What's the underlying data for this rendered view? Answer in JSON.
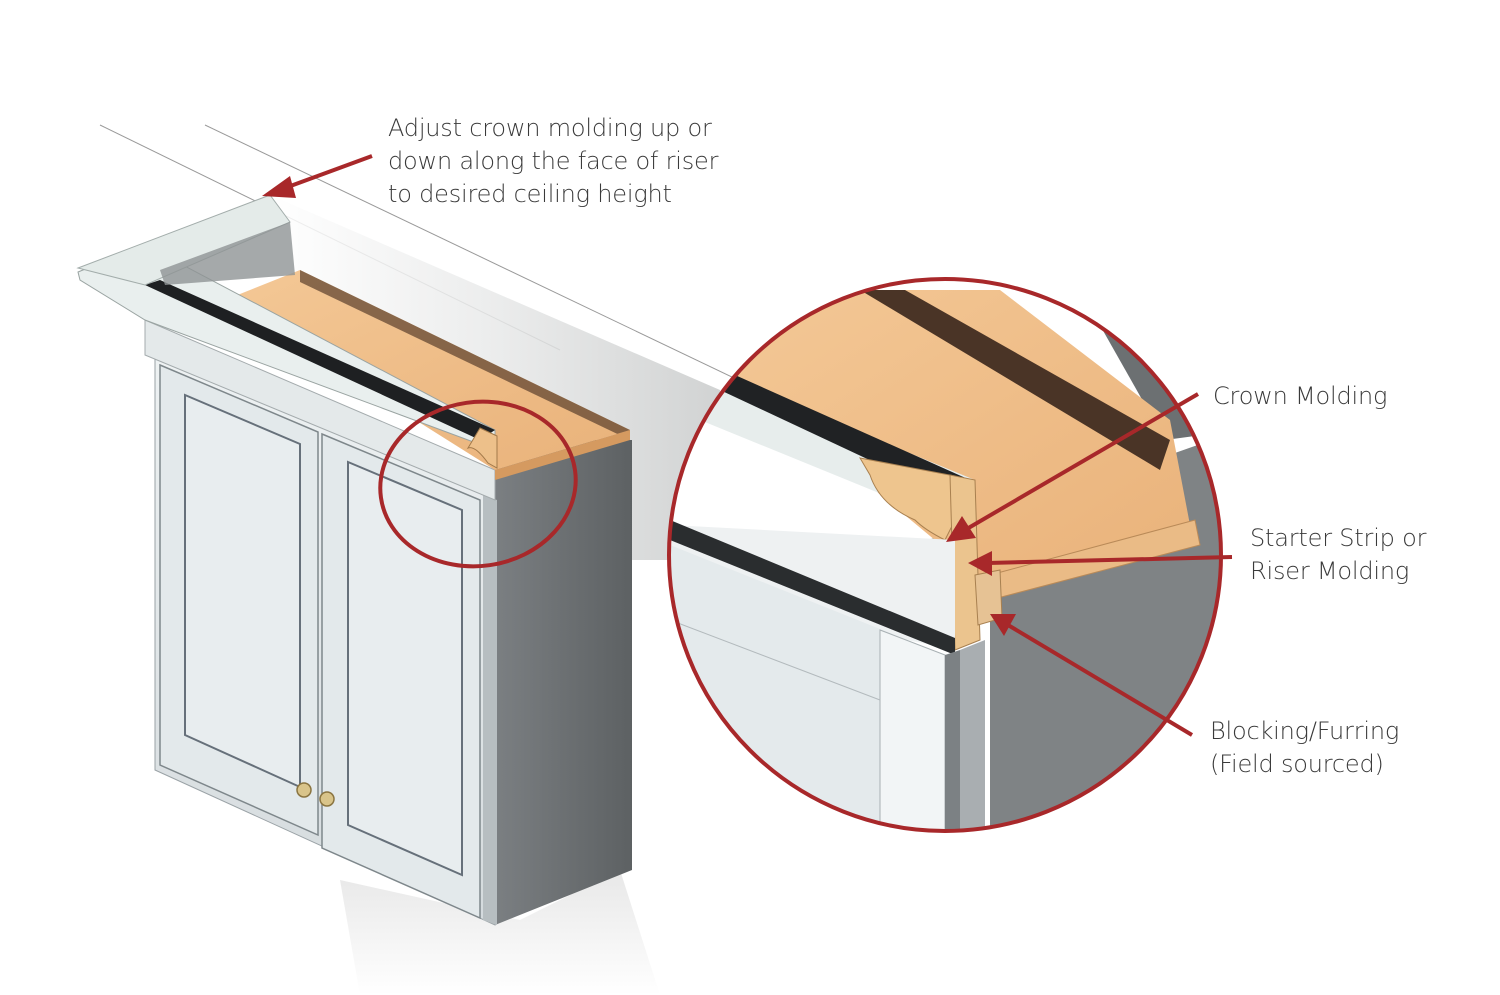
{
  "diagram": {
    "subject": "Wall cabinet crown molding installation detail",
    "colors": {
      "callout_red": "#a8282a",
      "text": "#3a3a3a",
      "cabinet_face": "#dfe5e7",
      "cabinet_side": "#6b6f71",
      "wood": "#eebf8a",
      "wood_dark": "#4a3426",
      "background": "#ffffff"
    },
    "callouts": {
      "adjust": {
        "lines": [
          "Adjust crown molding up or",
          "down along the face of riser",
          "to desired ceiling height"
        ]
      },
      "crown_molding": {
        "lines": [
          "Crown Molding"
        ]
      },
      "starter_strip": {
        "lines": [
          "Starter Strip or",
          "Riser Molding"
        ]
      },
      "blocking": {
        "lines": [
          "Blocking/Furring",
          "(Field sourced)"
        ]
      }
    },
    "views": [
      {
        "name": "overview",
        "description": "Isometric wall cabinet with two shaker doors, knobs, and crown molding on top"
      },
      {
        "name": "detail-magnifier",
        "description": "Circular zoomed detail of the cabinet top corner"
      }
    ]
  }
}
